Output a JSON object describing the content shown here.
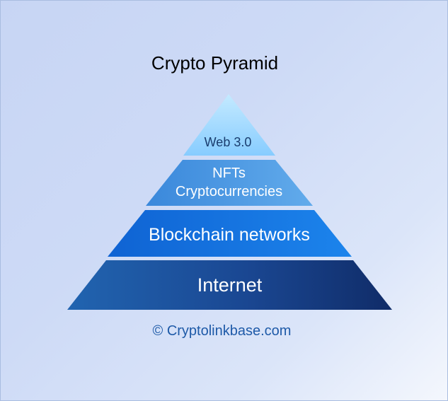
{
  "diagram": {
    "title": "Crypto Pyramid",
    "layers": [
      {
        "id": "web3",
        "lines": [
          "Web 3.0"
        ],
        "color_top": "#b9e4ff",
        "color_bottom": "#8fd0ff"
      },
      {
        "id": "nfts",
        "lines": [
          "NFTs",
          "Cryptocurrencies"
        ],
        "color_left": "#3e8ddd",
        "color_right": "#5ea8ea"
      },
      {
        "id": "blockchain",
        "lines": [
          "Blockchain networks"
        ],
        "color_left": "#1067d8",
        "color_right": "#1a7fe8"
      },
      {
        "id": "internet",
        "lines": [
          "Internet"
        ],
        "color_left": "#1a4e9a",
        "color_right": "#123170"
      }
    ],
    "copyright": "© Cryptolinkbase.com",
    "colors": {
      "title": "#000000",
      "copyright": "#1e5aa8"
    }
  }
}
